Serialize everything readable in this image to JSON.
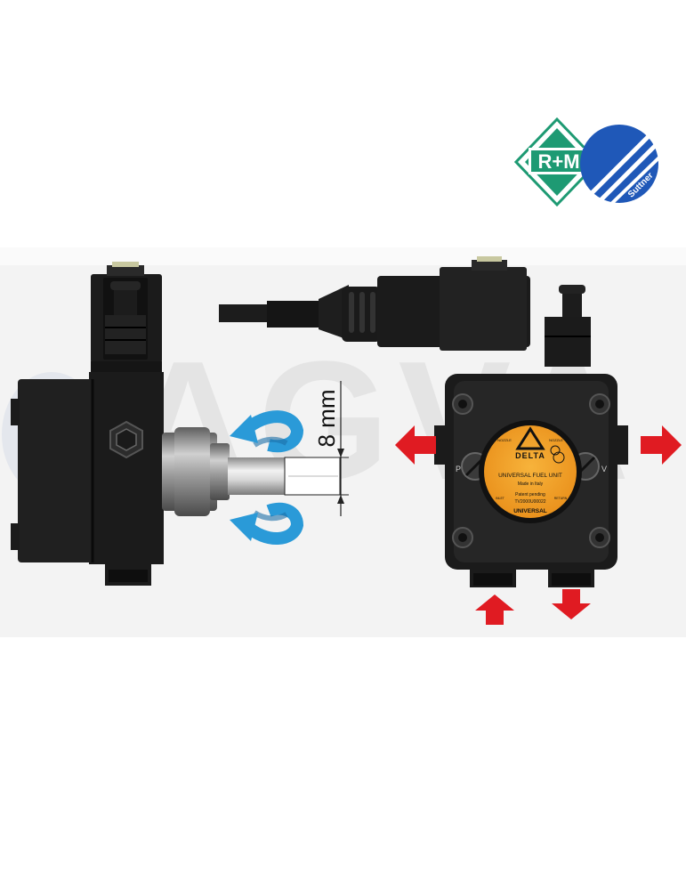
{
  "logo": {
    "diamond_text": "R+M",
    "circle_text": "Suttner",
    "green": "#1e9a73",
    "blue": "#1f58b8"
  },
  "diagram": {
    "background_watermark": "AGVA",
    "shaft_dimension": "8 mm",
    "label": {
      "brand": "DELTA",
      "product": "UNIVERSAL FUEL UNIT",
      "made_in": "Made in Italy",
      "patent": "Patent pending",
      "model": "TV2000U00022",
      "series": "UNIVERSAL",
      "nozzle_left": "NOZZLE",
      "nozzle_right": "NOZZLE",
      "inlet": "INLET",
      "return": "RETURN"
    },
    "side_letter_left": "P",
    "side_letter_right": "V",
    "colors": {
      "arrow_red": "#e01b22",
      "rotation_blue": "#2a9ad8",
      "label_orange": "#f2a229",
      "body": "#1b1b1b"
    },
    "icons": [
      "rotation-arrow-icon",
      "flow-arrow-icon",
      "hex-plug-icon",
      "dimension-arrow-icon"
    ]
  }
}
